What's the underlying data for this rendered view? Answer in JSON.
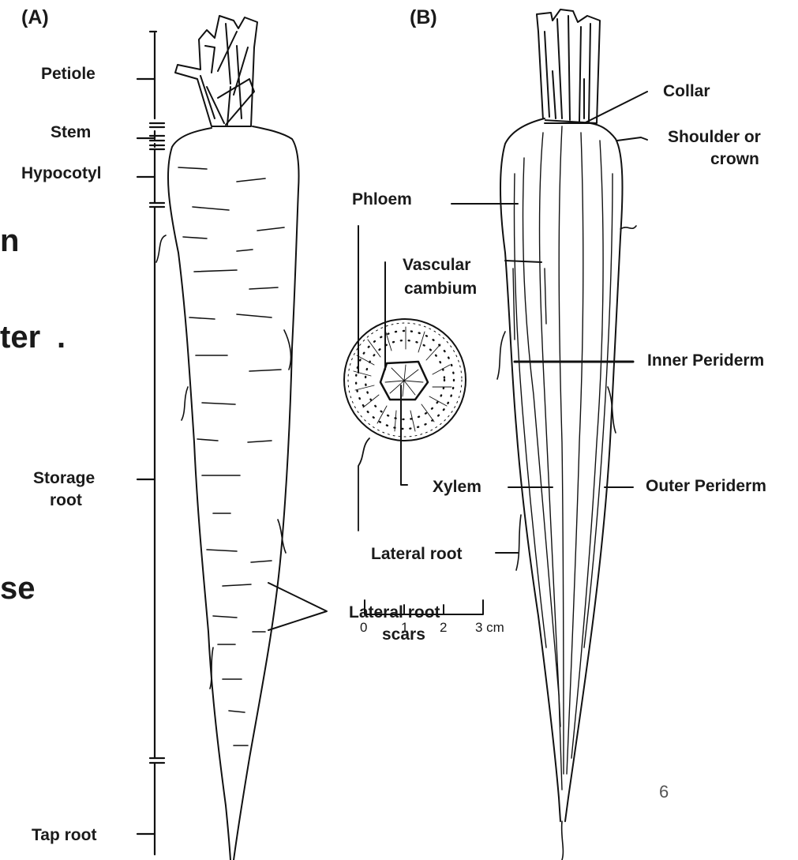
{
  "panels": {
    "a": "(A)",
    "b": "(B)"
  },
  "left_labels": {
    "petiole": "Petiole",
    "stem": "Stem",
    "hypocotyl": "Hypocotyl",
    "storage_root_1": "Storage",
    "storage_root_2": "root",
    "tap_root": "Tap root"
  },
  "middle_labels": {
    "phloem": "Phloem",
    "vascular_cambium_1": "Vascular",
    "vascular_cambium_2": "cambium",
    "xylem": "Xylem",
    "lateral_root": "Lateral root",
    "lateral_root_scars_1": "Lateral root",
    "lateral_root_scars_2": "scars"
  },
  "right_labels": {
    "collar": "Collar",
    "shoulder_1": "Shoulder or",
    "shoulder_2": "crown",
    "inner_periderm": "Inner Periderm",
    "outer_periderm": "Outer Periderm"
  },
  "scale_bar": {
    "t0": "0",
    "t1": "1",
    "t2": "2",
    "t3": "3 cm"
  },
  "slide_fragments": {
    "f1": "n",
    "f2": "ter",
    "f2_dot": ".",
    "f3": "se"
  },
  "page_number": "6",
  "colors": {
    "ink": "#111111",
    "background": "#ffffff",
    "page_number": "#555555"
  }
}
